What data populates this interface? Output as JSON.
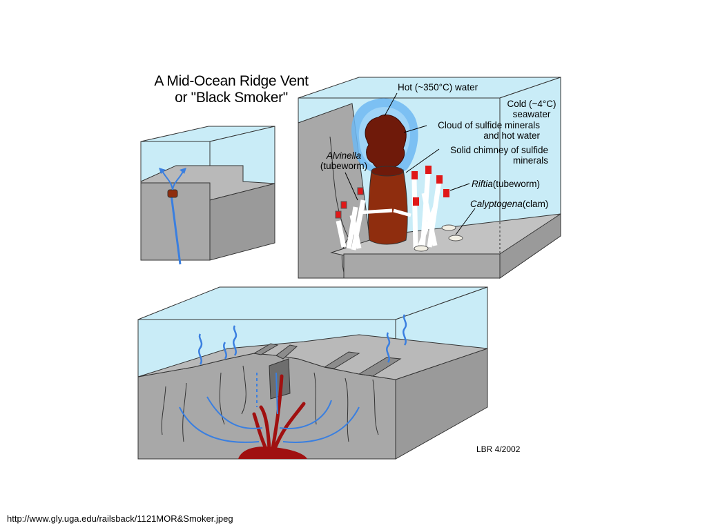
{
  "title": {
    "line1": "A Mid-Ocean Ridge Vent",
    "line2": "or \"Black Smoker\""
  },
  "labels": {
    "hot_water": "Hot (~350°C) water",
    "cold_line1": "Cold (~4°C)",
    "cold_line2": "seawater",
    "cloud_line1": "Cloud of sulfide minerals",
    "cloud_line2": "and hot water",
    "chimney_line1": "Solid chimney of sulfide",
    "chimney_line2": "minerals",
    "alvinella_name": "Alvinella",
    "alvinella_common": "(tubeworm)",
    "riftia_name": "Riftia",
    "riftia_common": "(tubeworm)",
    "calyptogena_name": "Calyptogena",
    "calyptogena_common": "(clam)"
  },
  "credit": "LBR 4/2002",
  "source_url": "http://www.gly.uga.edu/railsback/1121MOR&Smoker.jpeg",
  "colors": {
    "water": "#c9ecf7",
    "rock_top": "#b9b9b9",
    "rock_side": "#9a9a9a",
    "chimney": "#8f2d0e",
    "smoke": "#6f1a0a",
    "hot_water": "#4aa8ee",
    "fluid_path": "#3a7fe0",
    "magma": "#a01010",
    "tubeworm_plume": "#e01818"
  }
}
